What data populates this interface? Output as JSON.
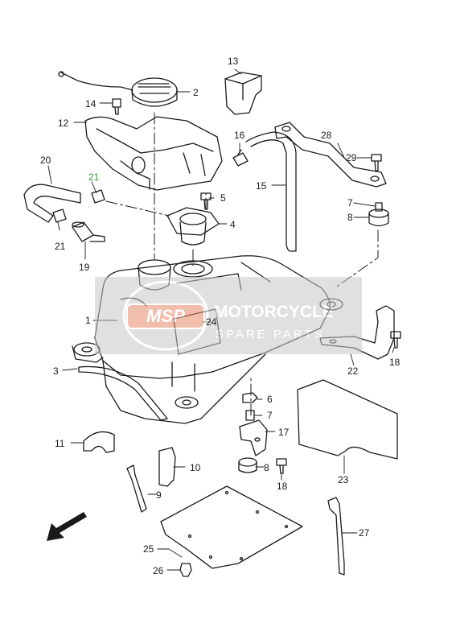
{
  "diagram": {
    "callouts": [
      {
        "id": "c1",
        "label": "1"
      },
      {
        "id": "c2",
        "label": "2"
      },
      {
        "id": "c3",
        "label": "3"
      },
      {
        "id": "c4",
        "label": "4"
      },
      {
        "id": "c5",
        "label": "5"
      },
      {
        "id": "c6",
        "label": "6"
      },
      {
        "id": "c7a",
        "label": "7"
      },
      {
        "id": "c7b",
        "label": "7"
      },
      {
        "id": "c8a",
        "label": "8"
      },
      {
        "id": "c8b",
        "label": "8"
      },
      {
        "id": "c9",
        "label": "9"
      },
      {
        "id": "c10",
        "label": "10"
      },
      {
        "id": "c11",
        "label": "11"
      },
      {
        "id": "c12",
        "label": "12"
      },
      {
        "id": "c13",
        "label": "13"
      },
      {
        "id": "c14",
        "label": "14"
      },
      {
        "id": "c15",
        "label": "15"
      },
      {
        "id": "c16",
        "label": "16"
      },
      {
        "id": "c17",
        "label": "17"
      },
      {
        "id": "c18a",
        "label": "18"
      },
      {
        "id": "c18b",
        "label": "18"
      },
      {
        "id": "c19",
        "label": "19"
      },
      {
        "id": "c20",
        "label": "20"
      },
      {
        "id": "c21a",
        "label": "21",
        "highlight": true
      },
      {
        "id": "c21b",
        "label": "21"
      },
      {
        "id": "c22",
        "label": "22"
      },
      {
        "id": "c23",
        "label": "23"
      },
      {
        "id": "c24",
        "label": "24"
      },
      {
        "id": "c25",
        "label": "25"
      },
      {
        "id": "c26",
        "label": "26"
      },
      {
        "id": "c27",
        "label": "27"
      },
      {
        "id": "c28",
        "label": "28"
      },
      {
        "id": "c29",
        "label": "29"
      }
    ]
  },
  "watermark": {
    "badge": "MSP",
    "line1": "MOTORCYCLE",
    "line2": "SPARE PARTS"
  },
  "colors": {
    "line": "#1a1a1a",
    "highlight_label": "#2e9c3a",
    "watermark_band": "#c8c8c8",
    "watermark_text": "#ffffff",
    "watermark_badge": "#e8896a"
  }
}
